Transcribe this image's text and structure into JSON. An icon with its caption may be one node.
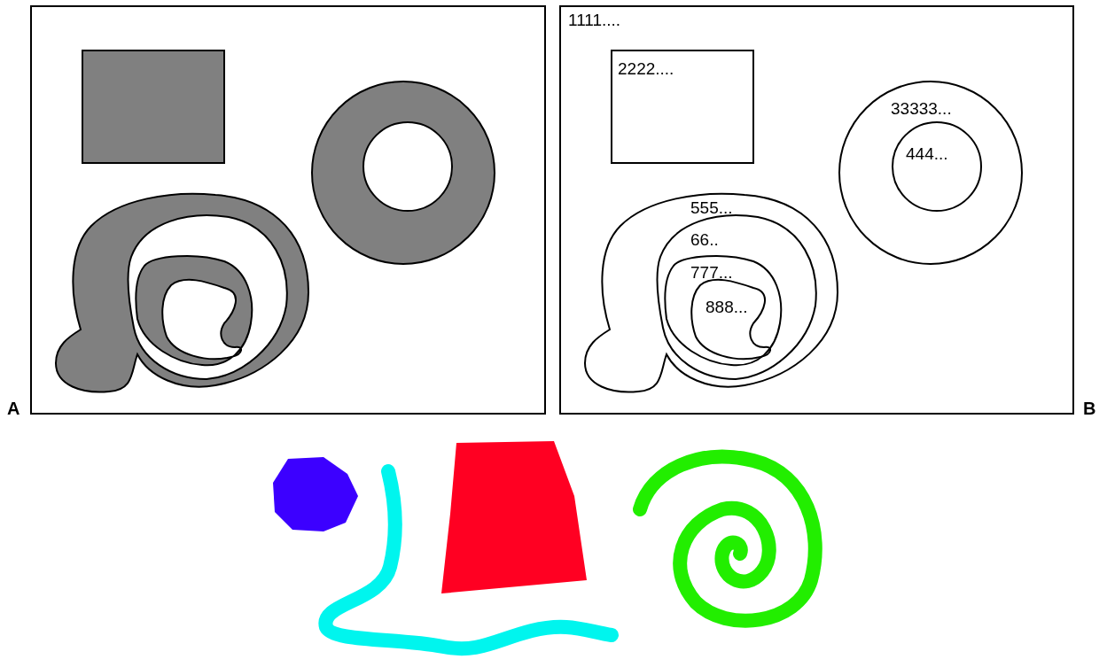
{
  "diagram": {
    "nodes": [
      {
        "text": [
          "1111...."
        ]
      },
      {
        "text": [
          "2222...."
        ],
        "in": 0
      },
      {
        "text": [
          "33333..."
        ],
        "in": 0
      },
      {
        "text": [
          "444..."
        ],
        "in": 2
      },
      {
        "text": [
          "555..."
        ],
        "in": 0
      },
      {
        "text": [
          "66.."
        ],
        "in": 4
      },
      {
        "text": [
          "777..."
        ],
        "in": 5
      },
      {
        "text": [
          "888..."
        ],
        "in": 6
      }
    ],
    "labels": [
      "A",
      "B"
    ]
  }
}
